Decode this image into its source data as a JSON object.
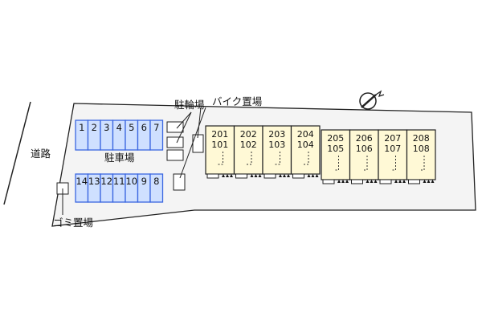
{
  "labels": {
    "road": "道路",
    "parking": "駐車場",
    "bicycle_parking": "駐輪場",
    "bike_parking": "バイク置場",
    "garbage": "ゴミ置場",
    "north_mark": "N"
  },
  "parking": {
    "top_row": [
      "1",
      "2",
      "3",
      "4",
      "5",
      "6",
      "7"
    ],
    "bottom_row": [
      "14",
      "13",
      "12",
      "11",
      "10",
      "9",
      "8"
    ]
  },
  "units": [
    {
      "upper": "201",
      "lower": "101"
    },
    {
      "upper": "202",
      "lower": "102"
    },
    {
      "upper": "203",
      "lower": "103"
    },
    {
      "upper": "204",
      "lower": "104"
    },
    {
      "upper": "205",
      "lower": "105"
    },
    {
      "upper": "206",
      "lower": "106"
    },
    {
      "upper": "207",
      "lower": "107"
    },
    {
      "upper": "208",
      "lower": "108"
    }
  ],
  "colors": {
    "parking_fill": "#cfe0ff",
    "parking_stroke": "#3a66e0",
    "building_fill": "#fff9d6",
    "site_fill": "#f4f4f4"
  }
}
